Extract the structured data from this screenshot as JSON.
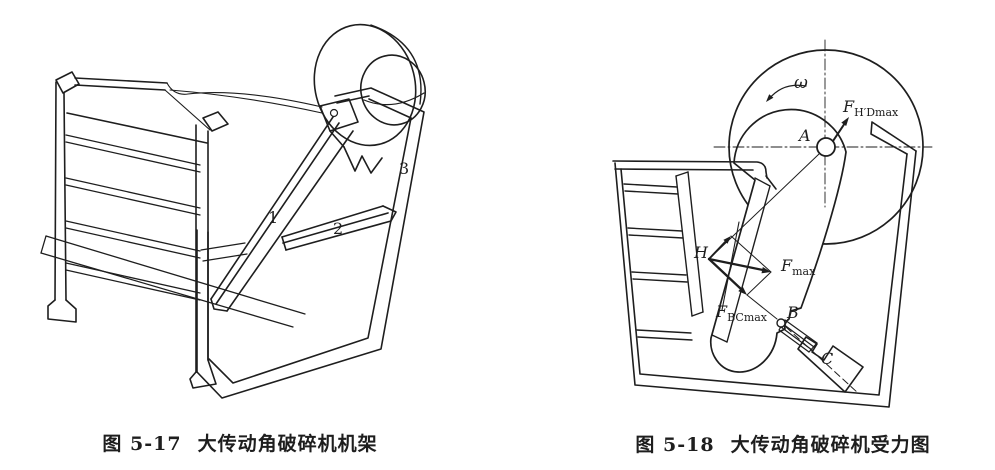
{
  "palette": {
    "paper": "#ffffff",
    "ink": "#1e1e1e"
  },
  "figure_left": {
    "caption_no": "图 5-17",
    "caption_title": "大传动角破碎机机架",
    "labels": {
      "part1": "1",
      "part2": "2",
      "part3": "3"
    }
  },
  "figure_right": {
    "caption_no": "图 5-18",
    "caption_title": "大传动角破碎机受力图",
    "labels": {
      "omega": "ω",
      "A": "A",
      "B": "B",
      "C": "C",
      "H": "H",
      "F_main": "F",
      "F_HD_sub": "H′Dmax",
      "F_max_sub": "max",
      "F_BC_sub": "BCmax"
    }
  }
}
